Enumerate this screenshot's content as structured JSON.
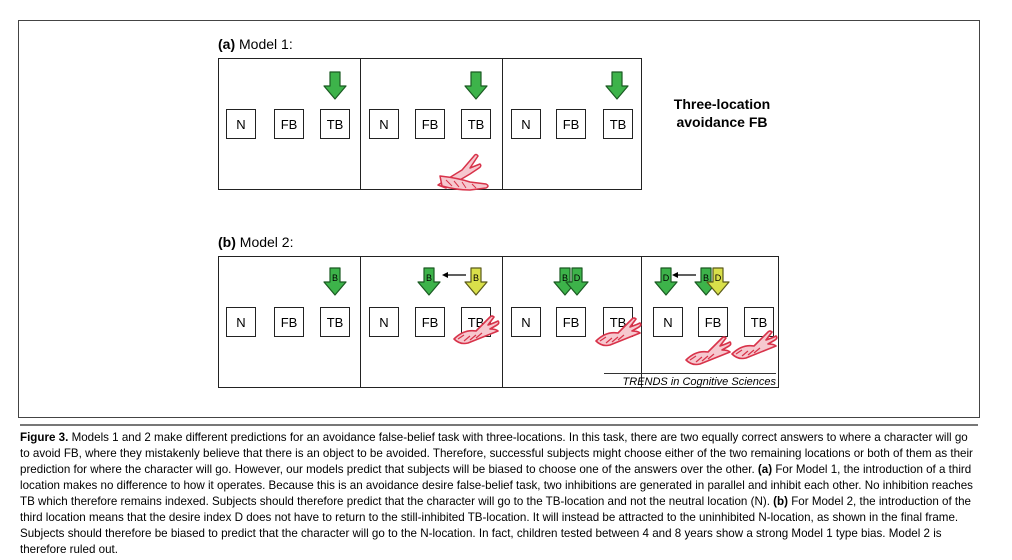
{
  "figure": {
    "panel_a": {
      "label": "(a)",
      "title": "Model 1:",
      "side_label_line1": "Three-location",
      "side_label_line2": "avoidance FB",
      "frames": [
        {
          "locations": [
            "N",
            "FB",
            "TB"
          ]
        },
        {
          "locations": [
            "N",
            "FB",
            "TB"
          ]
        },
        {
          "locations": [
            "N",
            "FB",
            "TB"
          ]
        }
      ]
    },
    "panel_b": {
      "label": "(b)",
      "title": "Model 2:",
      "frames": [
        {
          "locations": [
            "N",
            "FB",
            "TB"
          ]
        },
        {
          "locations": [
            "N",
            "FB",
            "TB"
          ]
        },
        {
          "locations": [
            "N",
            "FB",
            "TB"
          ]
        },
        {
          "locations": [
            "N",
            "FB",
            "TB"
          ]
        }
      ],
      "index_letters": {
        "belief": "B",
        "desire": "D"
      }
    },
    "source": "TRENDS in Cognitive Sciences",
    "colors": {
      "belief_arrow": "#3db34a",
      "desire_arrow": "#d9e04a",
      "inhibition_hand": "#d8334a",
      "arrow_outline": "#1a5a22"
    }
  },
  "caption": {
    "heading": "Figure 3.",
    "intro": "Models 1 and 2 make different predictions for an avoidance false-belief task with three-locations. In this task, there are two equally correct answers to where a character will go to avoid FB, where they mistakenly believe that there is an object to be avoided. Therefore, successful subjects might choose either of the two remaining locations or both of them as their prediction for where the character will go. However, our models predict that subjects will be biased to choose one of the answers over the other.",
    "a_label": "(a)",
    "a_text": "For Model 1, the introduction of a third location makes no difference to how it operates. Because this is an avoidance desire false-belief task, two inhibitions are generated in parallel and inhibit each other. No inhibition reaches TB which therefore remains indexed. Subjects should therefore predict that the character will go to the TB-location and not the neutral location (N).",
    "b_label": "(b)",
    "b_text": "For Model 2, the introduction of the third location means that the desire index D does not have to return to the still-inhibited TB-location. It will instead be attracted to the uninhibited N-location, as shown in the final frame. Subjects should therefore be biased to predict that the character will go to the N-location. In fact, children tested between 4 and 8 years show a strong Model 1 type bias. Model 2 is therefore ruled out."
  }
}
